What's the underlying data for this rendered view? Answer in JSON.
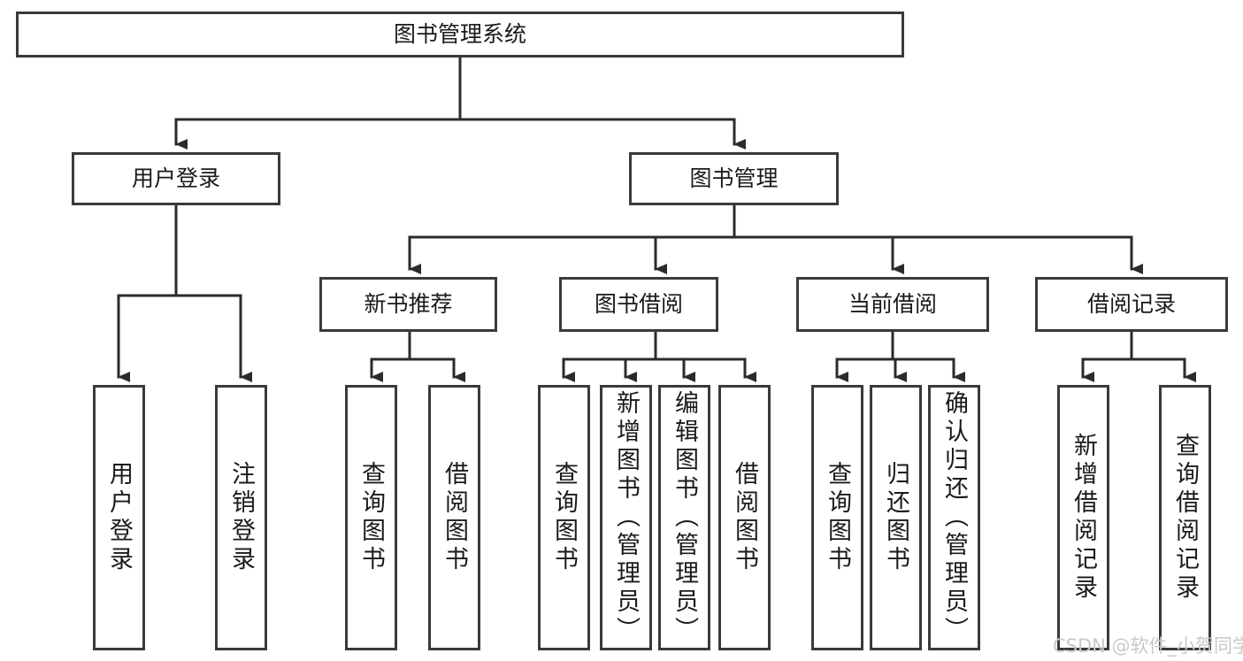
{
  "diagram": {
    "type": "tree-hierarchy",
    "title": "图书管理系统",
    "watermark": "CSDN @软件_小贺同学",
    "colors": {
      "node_border": "#3a3a3a",
      "node_fill": "#ffffff",
      "edge": "#2b2b2b",
      "text": "#1a1a1a",
      "watermark": "#c9c9c9",
      "background": "#ffffff"
    },
    "nodes": {
      "root": {
        "label": "图书管理系统"
      },
      "level2": [
        {
          "id": "user-login",
          "label": "用户登录"
        },
        {
          "id": "book-manage",
          "label": "图书管理"
        }
      ],
      "level3": [
        {
          "id": "new-book-recommend",
          "label": "新书推荐"
        },
        {
          "id": "book-borrow",
          "label": "图书借阅"
        },
        {
          "id": "current-borrow",
          "label": "当前借阅"
        },
        {
          "id": "borrow-record",
          "label": "借阅记录"
        }
      ],
      "leaves": {
        "user_login": [
          {
            "id": "leaf-user-login",
            "label": "用户登录"
          },
          {
            "id": "leaf-logout-login",
            "label": "注销登录"
          }
        ],
        "new_book_recommend": [
          {
            "id": "leaf-query-book-1",
            "label": "查询图书"
          },
          {
            "id": "leaf-borrow-book-1",
            "label": "借阅图书"
          }
        ],
        "book_borrow": [
          {
            "id": "leaf-query-book-2",
            "label": "查询图书"
          },
          {
            "id": "leaf-add-book",
            "label": "新增图书（管理员）"
          },
          {
            "id": "leaf-edit-book",
            "label": "编辑图书（管理员）"
          },
          {
            "id": "leaf-borrow-book-2",
            "label": "借阅图书"
          }
        ],
        "current_borrow": [
          {
            "id": "leaf-query-book-3",
            "label": "查询图书"
          },
          {
            "id": "leaf-return-book",
            "label": "归还图书"
          },
          {
            "id": "leaf-confirm-return",
            "label": "确认归还（管理员）"
          }
        ],
        "borrow_record": [
          {
            "id": "leaf-add-record",
            "label": "新增借阅记录"
          },
          {
            "id": "leaf-query-record",
            "label": "查询借阅记录"
          }
        ]
      }
    }
  }
}
